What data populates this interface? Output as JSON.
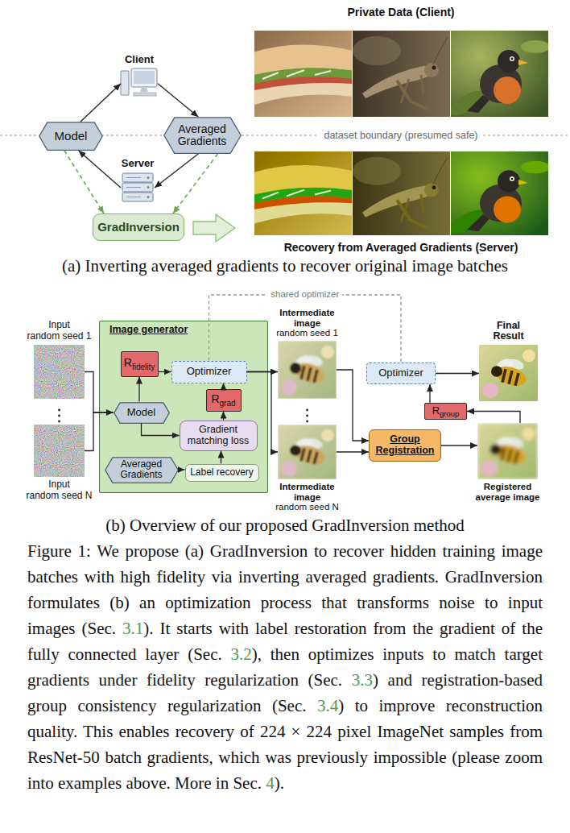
{
  "diagram": {
    "caption": "Figure 1: We propose (a) GradInversion to recover hidden training image batches with high fidelity via inverting averaged gradients. GradInversion formulates (b) an optimization process that transforms noise to input images (Sec. 3.1). It starts with label restoration from the gradient of the fully connected layer (Sec. 3.2), then optimizes inputs to match target gradients under fidelity regularization (Sec. 3.3) and registration-based group consistency regularization (Sec. 3.4) to improve reconstruction quality. This enables recovery of 224 × 224 pixel ImageNet samples from ResNet-50 batch gradients, which was previously impossible (please zoom into examples above. More in Sec. 4).",
    "nodes": [
      {
        "text": [
          "Client"
        ]
      },
      {
        "text": [
          "Model"
        ]
      },
      {
        "text": [
          "Averaged Gradients"
        ]
      },
      {
        "text": [
          "Server"
        ]
      },
      {
        "text": [
          "GradInversion"
        ]
      },
      {
        "text": [
          "Input",
          "random seed 1"
        ]
      },
      {
        "text": [
          "Input",
          "random seed N"
        ]
      },
      {
        "text": [
          "Image generator"
        ]
      },
      {
        "text": [
          "R",
          "fidelity"
        ],
        "in": 7
      },
      {
        "text": [
          "Optimizer"
        ],
        "in": 7
      },
      {
        "text": [
          "Model"
        ],
        "in": 7
      },
      {
        "text": [
          "R",
          "grad"
        ],
        "in": 7
      },
      {
        "text": [
          "Gradient matching loss"
        ],
        "in": 7
      },
      {
        "text": [
          "Averaged Gradients"
        ],
        "in": 7
      },
      {
        "text": [
          "Label recovery"
        ],
        "in": 7
      },
      {
        "text": [
          "Intermediate image",
          "random seed 1"
        ]
      },
      {
        "text": [
          "Intermediate image",
          "random seed N"
        ]
      },
      {
        "text": [
          "Optimizer"
        ]
      },
      {
        "text": [
          "Group Registration"
        ]
      },
      {
        "text": [
          "R",
          "group"
        ]
      },
      {
        "text": [
          "Final Result"
        ]
      },
      {
        "text": [
          "Registered average image"
        ]
      }
    ],
    "edges": [
      {
        "from": 1,
        "to": 0,
        "arrow": "to"
      },
      {
        "from": 0,
        "to": 2,
        "arrow": "to"
      },
      {
        "from": 2,
        "to": 3,
        "arrow": "to"
      },
      {
        "from": 3,
        "to": 1,
        "arrow": "to"
      },
      {
        "from": 1,
        "to": 4,
        "arrow": "to"
      },
      {
        "from": 2,
        "to": 4,
        "arrow": "to"
      },
      {
        "from": 5,
        "to": 10,
        "arrow": "to"
      },
      {
        "from": 6,
        "to": 10,
        "arrow": "to"
      },
      {
        "from": 10,
        "to": 8,
        "arrow": "to"
      },
      {
        "from": 8,
        "to": 9,
        "arrow": "to"
      },
      {
        "from": 10,
        "to": 12,
        "arrow": "to"
      },
      {
        "from": 13,
        "to": 14,
        "arrow": "to"
      },
      {
        "from": 14,
        "to": 12,
        "arrow": "to"
      },
      {
        "from": 12,
        "to": 11,
        "arrow": "to"
      },
      {
        "from": 11,
        "to": 9,
        "arrow": "to"
      },
      {
        "from": 9,
        "to": 15,
        "arrow": "to"
      },
      {
        "from": 9,
        "to": 16,
        "arrow": "to"
      },
      {
        "from": 15,
        "to": 18,
        "arrow": "to"
      },
      {
        "from": 16,
        "to": 18,
        "arrow": "to"
      },
      {
        "from": 18,
        "to": 21,
        "arrow": "to"
      },
      {
        "from": 21,
        "to": 19,
        "arrow": "to"
      },
      {
        "from": 19,
        "to": 17,
        "arrow": "to"
      },
      {
        "from": 17,
        "to": 20,
        "arrow": "to"
      },
      {
        "from": 9,
        "to": 17,
        "label": "shared optimizer",
        "arrow": "none"
      }
    ],
    "labels": [
      "Private Data (Client)",
      "dataset boundary (presumed safe)",
      "Recovery from Averaged Gradients (Server)",
      "(a) Inverting averaged gradients to recover original image batches",
      "(b) Overview of our proposed GradInversion method"
    ]
  }
}
